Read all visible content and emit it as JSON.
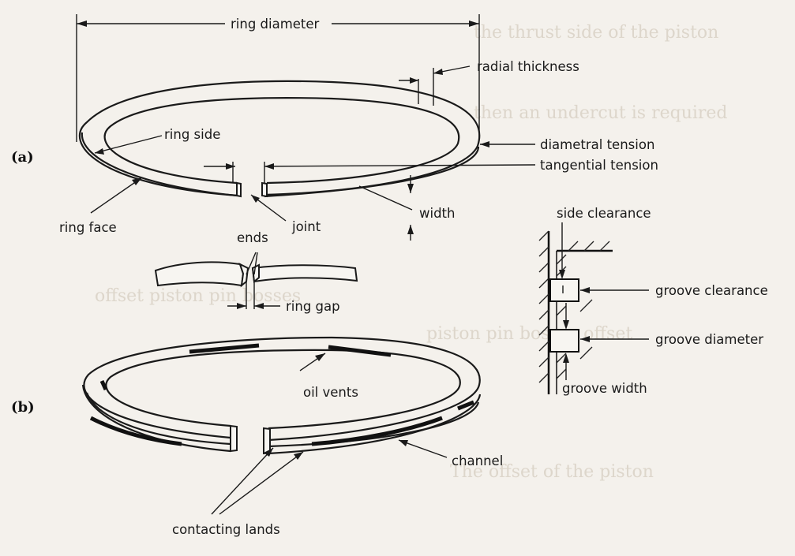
{
  "figure": {
    "part_a": "(a)",
    "part_b": "(b)",
    "labels": {
      "ring_diameter": "ring diameter",
      "radial_thickness": "radial thickness",
      "ring_side": "ring side",
      "diametral_tension": "diametral tension",
      "tangential_tension": "tangential tension",
      "width": "width",
      "ring_face": "ring face",
      "joint": "joint",
      "ends": "ends",
      "ring_gap": "ring gap",
      "side_clearance": "side clearance",
      "groove_clearance": "groove clearance",
      "groove_diameter": "groove diameter",
      "groove_width": "groove width",
      "oil_vents": "oil vents",
      "channel": "channel",
      "contacting_lands": "contacting lands"
    }
  },
  "background_text": [
    "the thrust side of the piston",
    "then an undercut is required",
    "offset piston pin bosses",
    "piston pin bosses offset",
    "The offset of the piston"
  ]
}
